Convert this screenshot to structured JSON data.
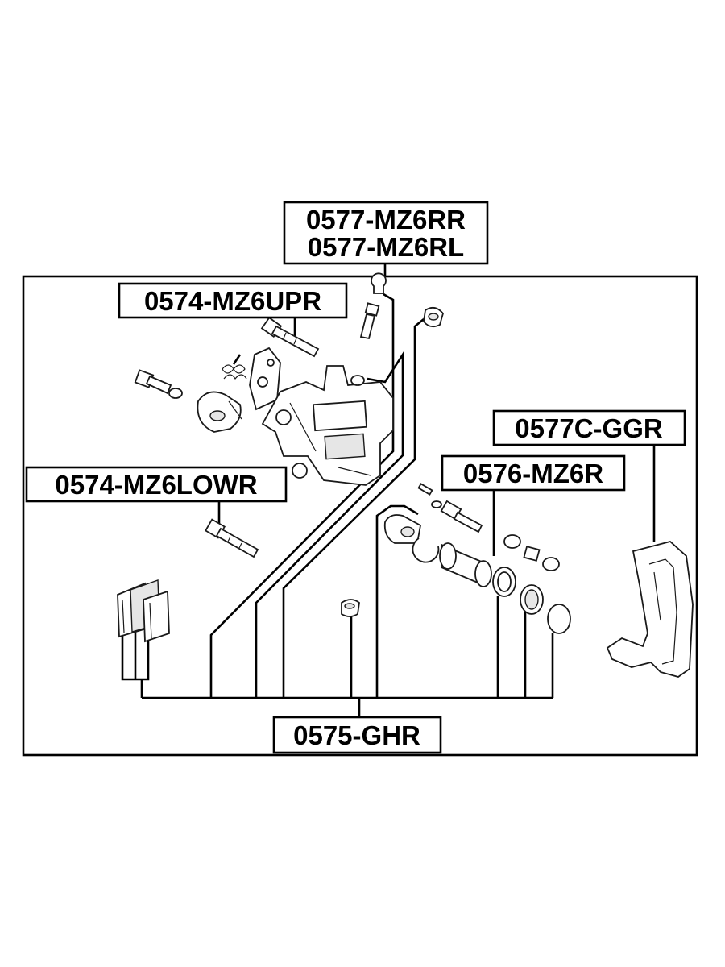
{
  "diagram": {
    "labels": {
      "caliper_rr": "0577-MZ6RR",
      "caliper_rl": "0577-MZ6RL",
      "guide_pin_upper": "0574-MZ6UPR",
      "guide_pin_lower": "0574-MZ6LOWR",
      "bracket": "0577C-GGR",
      "piston": "0576-MZ6R",
      "repair_kit": "0575-GHR"
    }
  }
}
